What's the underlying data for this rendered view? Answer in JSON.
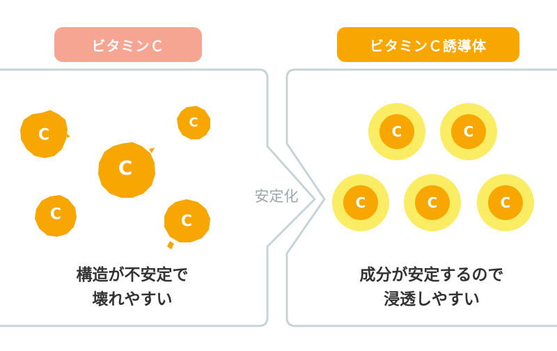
{
  "left_panel": {
    "header": "ビタミンＣ",
    "caption_line1": "構造が不安定で",
    "caption_line2": "壊れやすい",
    "particle_letter": "C"
  },
  "right_panel": {
    "header": "ビタミンＣ誘導体",
    "caption_line1": "成分が安定するので",
    "caption_line2": "浸透しやすい",
    "particle_letter": "C"
  },
  "arrow": {
    "label": "安定化"
  },
  "colors": {
    "unstable_particle": "#f7a602",
    "stable_outer": "#faec63",
    "stable_inner": "#f7a602",
    "panel_border": "#c8d3d6",
    "pill_left": "#f6a592",
    "pill_right": "#f7a602"
  }
}
